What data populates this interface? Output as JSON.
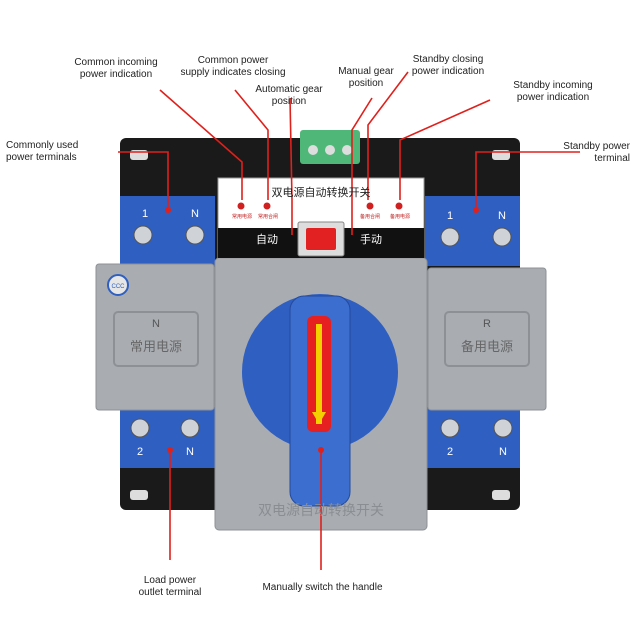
{
  "callouts": {
    "common_incoming": [
      "Common incoming",
      "power indication"
    ],
    "common_closing": [
      "Common power",
      "supply indicates closing"
    ],
    "auto_gear": [
      "Automatic gear",
      "position"
    ],
    "manual_gear": [
      "Manual gear",
      "position"
    ],
    "standby_closing": [
      "Standby closing",
      "power indication"
    ],
    "standby_incoming": [
      "Standby incoming",
      "power indication"
    ],
    "common_terminals": [
      "Commonly used",
      "power terminals"
    ],
    "standby_terminal": [
      "Standby power",
      "terminal"
    ],
    "load_outlet": [
      "Load power",
      "outlet terminal"
    ],
    "handle": [
      "Manually switch the handle"
    ]
  },
  "device": {
    "panel_title": "双电源自动转换开关",
    "ind_common_power": "常用电源",
    "ind_common_close": "常用合闸",
    "ind_standby_close": "备用合闸",
    "ind_standby_power": "备用电源",
    "mode_auto": "自动",
    "mode_manual": "手动",
    "left_letter": "N",
    "left_label": "常用电源",
    "right_letter": "R",
    "right_label": "备用电源",
    "bottom_text": "双电源自动转换开关",
    "term_top_left": [
      "1",
      "N"
    ],
    "term_top_right": [
      "1",
      "N"
    ],
    "term_bottom_left": [
      "2",
      "N"
    ],
    "term_bottom_right": [
      "2",
      "N"
    ],
    "cert_mark": "CCC"
  },
  "colors": {
    "callout_line": "#e0201b",
    "blue": "#2f5fc0",
    "gray": "#a9adb2"
  }
}
